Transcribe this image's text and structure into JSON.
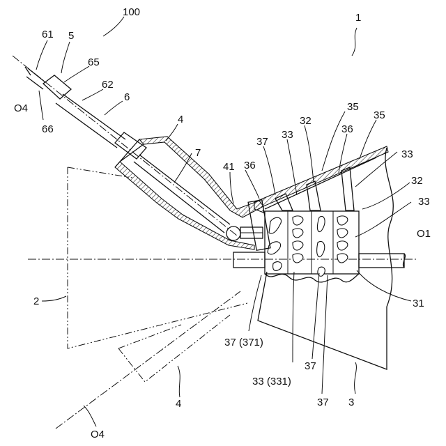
{
  "labels": {
    "l100": "100",
    "l1": "1",
    "l5": "5",
    "l61": "61",
    "l65": "65",
    "l62": "62",
    "l6": "6",
    "lO4a": "O4",
    "l66": "66",
    "l4a": "4",
    "l7": "7",
    "l41": "41",
    "l36a": "36",
    "l37a": "37",
    "l33a": "33",
    "l32a": "32",
    "l35a": "35",
    "l36b": "36",
    "l35b": "35",
    "l33b": "33",
    "l32b": "32",
    "l33c": "33",
    "lO1": "O1",
    "l2": "2",
    "l31": "31",
    "l37b": "37 (371)",
    "l33d": "33 (331)",
    "l37c": "37",
    "l37d": "37",
    "l3": "3",
    "l4b": "4",
    "lO4b": "O4"
  }
}
